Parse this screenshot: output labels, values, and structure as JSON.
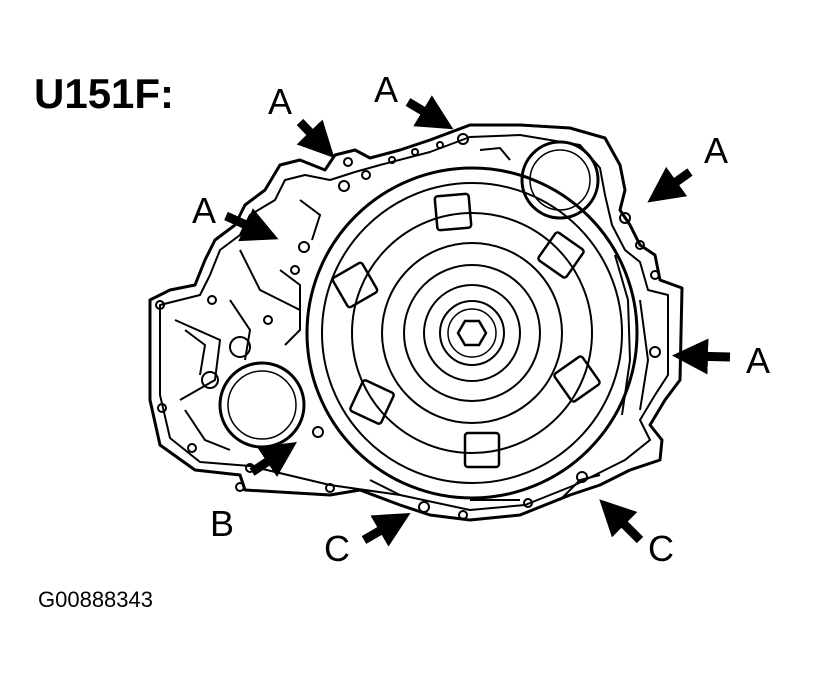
{
  "figure": {
    "title": "U151F:",
    "code": "G00888343",
    "labels": {
      "a1": "A",
      "a2": "A",
      "a3": "A",
      "a4": "A",
      "a5": "A",
      "b": "B",
      "c1": "C",
      "c2": "C"
    },
    "colors": {
      "ink": "#000000",
      "paper": "#ffffff"
    }
  }
}
